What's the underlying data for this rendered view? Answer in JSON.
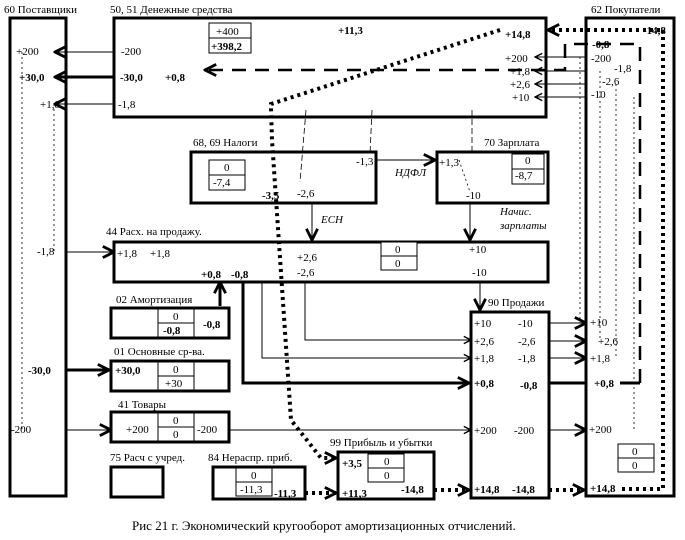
{
  "accounts": {
    "a60": {
      "title": "60 Поставщики",
      "left_vals": [
        "+200",
        "+30,0",
        "+1,8",
        "-1,8",
        "-30,0",
        "-200"
      ]
    },
    "a50": {
      "title": "50, 51 Денежные средства",
      "cell_top": "+400",
      "cell_bottom": "+398,2",
      "left_vals": [
        "-200",
        "-30,0",
        "-1,8"
      ],
      "mid_val": "+0,8",
      "right_vals": [
        "+11,3",
        "+14,8",
        "+200",
        "+1,8",
        "+2,6",
        "+10"
      ]
    },
    "a62": {
      "title": "62 Покупатели",
      "vals": [
        "-0,8",
        "-14,8",
        "-200",
        "-1,8",
        "-2,6",
        "-10",
        "+10",
        "+2,6",
        "+1,8",
        "+0,8",
        "+200",
        "+14,8"
      ],
      "cell_top": "0",
      "cell_bottom": "0"
    },
    "a68": {
      "title": "68, 69 Налоги",
      "cell_top": "0",
      "cell_bottom": "-7,4",
      "vals": [
        "-1,3",
        "-3,5",
        "-2,6"
      ]
    },
    "a70": {
      "title": "70 Зарплата",
      "cell_top": "0",
      "cell_bottom": "-8,7",
      "vals": [
        "+1,3",
        "-10"
      ]
    },
    "a44": {
      "title": "44 Расх. на продажу.",
      "cell_top": "0",
      "cell_bottom": "0",
      "vals": [
        "+1,8",
        "+1,8",
        "+2,6",
        "-2,6",
        "+10",
        "-10",
        "+0,8",
        "-0,8"
      ]
    },
    "a02": {
      "title": "02 Амортизация",
      "cell_top": "0",
      "cell_bottom": "-0,8",
      "val": "-0,8"
    },
    "a01": {
      "title": "01 Основные ср-ва.",
      "cell_top": "0",
      "cell_bottom": "+30",
      "val": "+30,0"
    },
    "a41": {
      "title": "41 Товары",
      "cell_top": "0",
      "cell_bottom": "0",
      "vals": [
        "+200",
        "-200"
      ]
    },
    "a90": {
      "title": "90 Продажи",
      "left_vals": [
        "+10",
        "+2,6",
        "+1,8",
        "+0,8",
        "+200",
        "+14,8"
      ],
      "right_vals": [
        "-10",
        "-2,6",
        "-1,8",
        "-0,8",
        "-200",
        "-14,8"
      ]
    },
    "a75": {
      "title": "75 Расч с учред."
    },
    "a84": {
      "title": "84 Нераспр. приб.",
      "cell_top": "0",
      "cell_bottom": "-11,3",
      "val": "-11,3"
    },
    "a99": {
      "title": "99 Прибыль и убытки",
      "cell_top": "0",
      "cell_bottom": "0",
      "vals": [
        "+3,5",
        "+11,3",
        "-14,8"
      ]
    }
  },
  "flow_labels": {
    "ndfl": "НДФЛ",
    "esn": "ЕСН",
    "nachisl_1": "Начис.",
    "nachisl_2": "зарплаты"
  },
  "caption": "Рис 21 г. Экономический кругооборот амортизационных отчислений."
}
